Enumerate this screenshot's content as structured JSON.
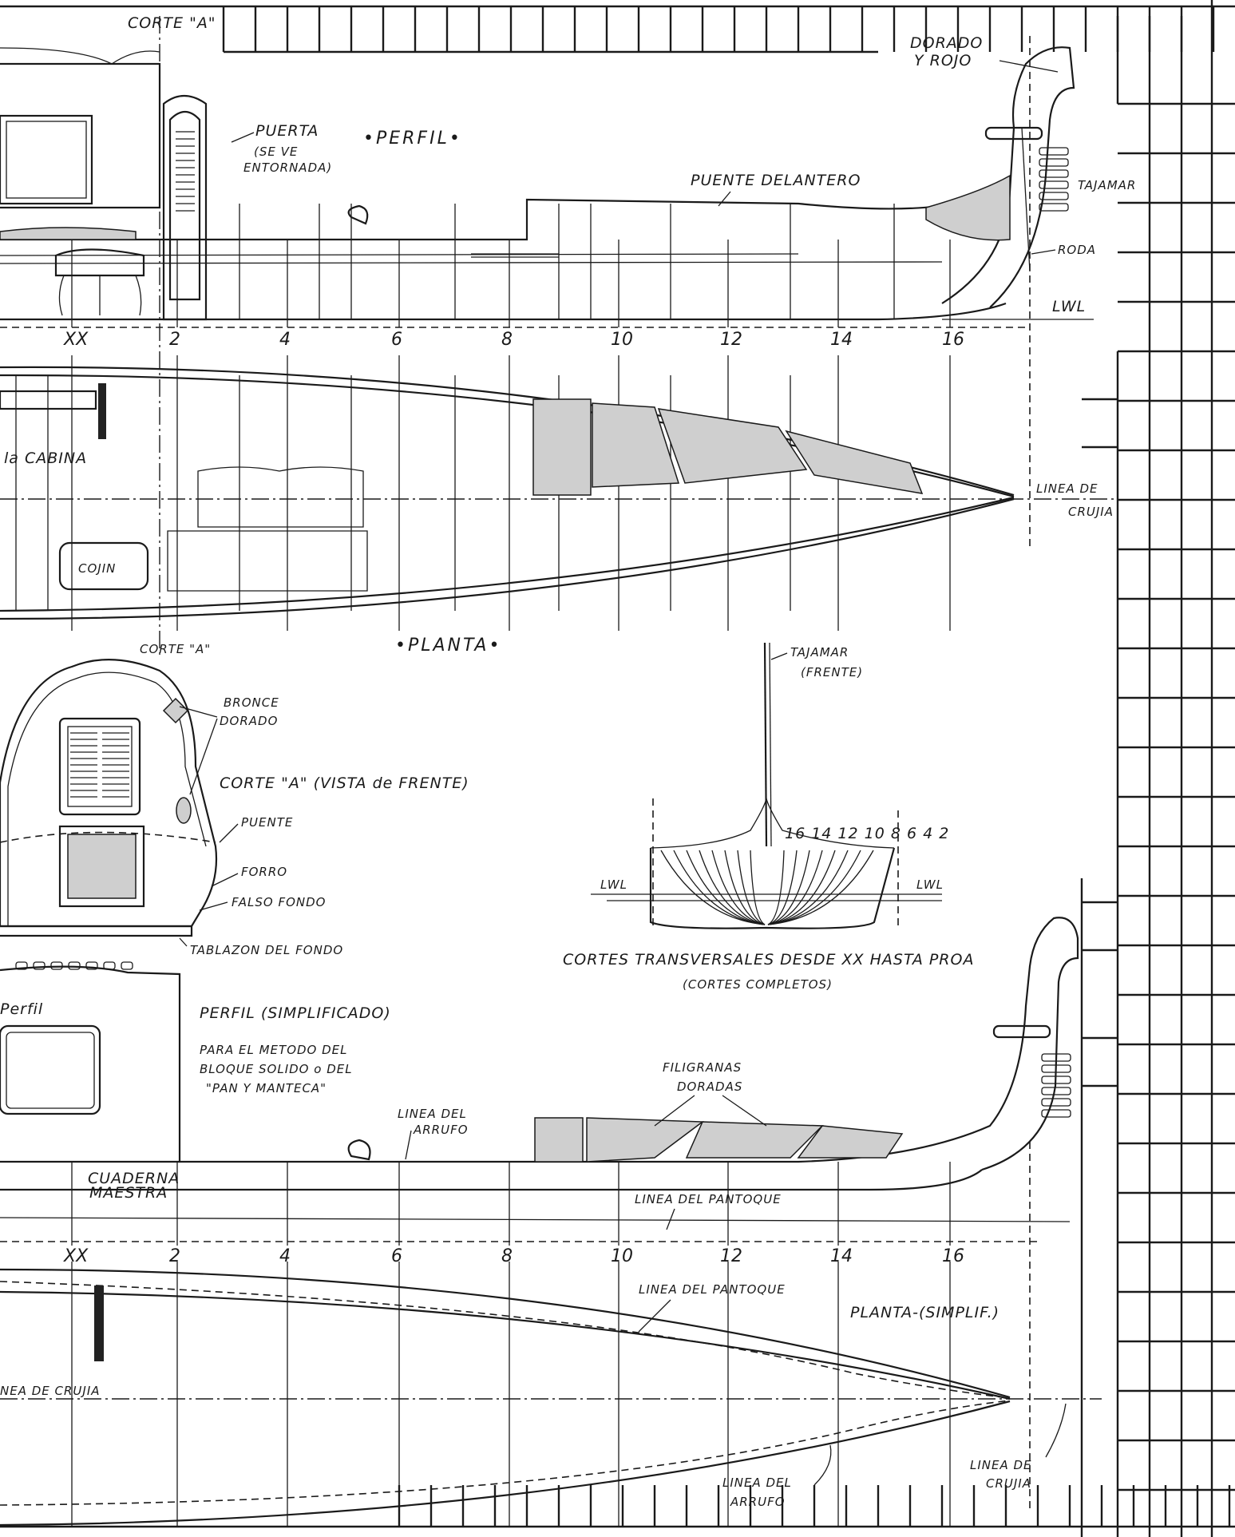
{
  "labels": {
    "corte_a_top": "CORTE \"A\"",
    "dorado_y_rojo_1": "DORADO",
    "dorado_y_rojo_2": "Y ROJO",
    "puerta_1": "PUERTA",
    "puerta_2": "(SE VE",
    "puerta_3": "ENTORNADA)",
    "perfil": "•PERFIL•",
    "puente_delantero": "PUENTE DELANTERO",
    "tajamar": "TAJAMAR",
    "roda": "RODA",
    "lwl": "LWL",
    "cabina": "la CABINA",
    "linea_crujia_1": "LINEA DE",
    "linea_crujia_2": "CRUJIA",
    "cojin": "COJIN",
    "corte_a_bottom": "CORTE \"A\"",
    "planta": "•PLANTA•",
    "tajamar_frente_1": "TAJAMAR",
    "tajamar_frente_2": "(FRENTE)",
    "bronce_1": "BRONCE",
    "bronce_2": "DORADO",
    "corte_a_vista": "CORTE \"A\" (VISTA de FRENTE)",
    "puente": "PUENTE",
    "forro": "FORRO",
    "falso_fondo": "FALSO FONDO",
    "tablazon": "TABLAZON DEL FONDO",
    "section_numbers": "16  14  12  10 8 6 4 2",
    "lwl_left": "LWL",
    "lwl_right": "LWL",
    "cortes_1": "CORTES TRANSVERSALES DESDE XX HASTA PROA",
    "cortes_2": "(CORTES COMPLETOS)",
    "perfil_small": "Perfil",
    "perfil_simplificado": "PERFIL (SIMPLIFICADO)",
    "metodo_1": "PARA EL METODO DEL",
    "metodo_2": "BLOQUE SOLIDO o DEL",
    "metodo_3": "\"PAN Y MANTECA\"",
    "filigranas_1": "FILIGRANAS",
    "filigranas_2": "DORADAS",
    "linea_arrufo_1": "LINEA DEL",
    "linea_arrufo_2": "ARRUFO",
    "cuaderna_1": "CUADERNA",
    "cuaderna_2": "MAESTRA",
    "linea_pantoque_1": "LINEA DEL PANTOQUE",
    "linea_pantoque_2": "LINEA DEL PANTOQUE",
    "planta_simplif": "PLANTA-(SIMPLIF.)",
    "linea_crujia_left": "NEA DE CRUJIA",
    "linea_arrufo_b1": "LINEA DEL",
    "linea_arrufo_b2": "ARRUFO",
    "linea_crujia_b1": "LINEA DE",
    "linea_crujia_b2": "CRUJIA"
  },
  "stations_top": [
    "XX",
    "2",
    "4",
    "6",
    "8",
    "10",
    "12",
    "14",
    "16"
  ],
  "stations_bottom": [
    "XX",
    "2",
    "4",
    "6",
    "8",
    "10",
    "12",
    "14",
    "16"
  ]
}
